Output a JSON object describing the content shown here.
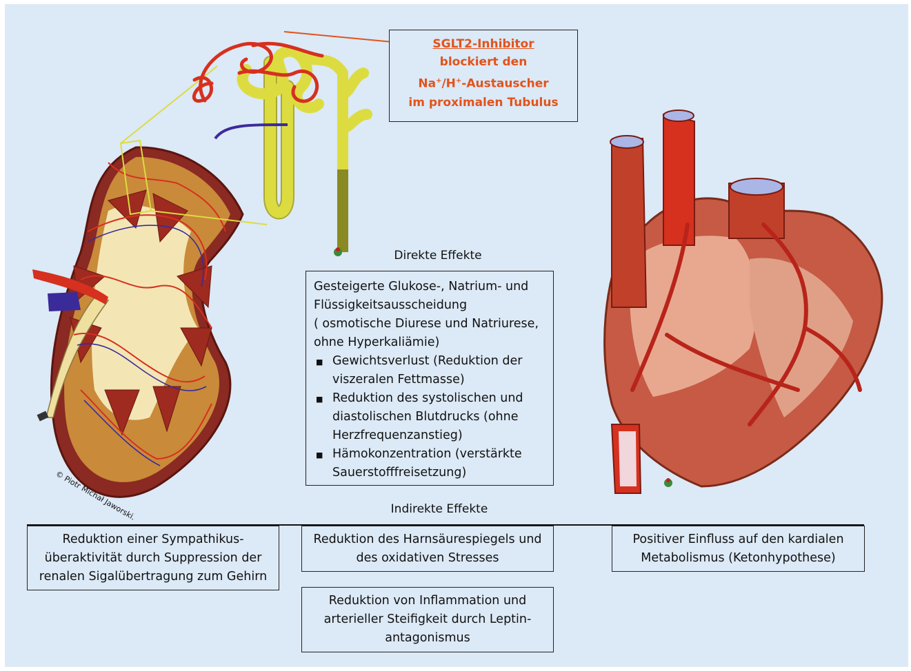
{
  "sglt2": {
    "title": "SGLT2-Inhibitor",
    "line1": "blockiert den",
    "line2_pre": "Na",
    "line2_sup1": "+",
    "line2_mid": "/H",
    "line2_sup2": "+",
    "line2_post": "-Austauscher",
    "line3": "im proximalen Tubulus"
  },
  "direct": {
    "heading": "Direkte Effekte",
    "intro": [
      "Gesteigerte Glukose-, Natrium- und",
      "Flüssigkeitsausscheidung",
      "( osmotische Diurese und Natriurese,",
      "ohne Hyperkaliämie)"
    ],
    "bullets": [
      "Gewichtsverlust (Reduktion der\nviszeralen Fettmasse)",
      "Reduktion des systolischen und\ndiastolischen Blutdrucks (ohne\nHerzfrequenzanstieg)",
      "Hämokonzentration (verstärkte\nSauerstofffreisetzung)"
    ]
  },
  "indirect": {
    "heading": "Indirekte Effekte",
    "box1": [
      "Reduktion einer Sympathikus-",
      "überaktivität durch Suppression der",
      "renalen Sigalübertragung zum Gehirn"
    ],
    "box2": [
      "Reduktion des Harnsäurespiegels und",
      "des oxidativen Stresses"
    ],
    "box3": [
      "Positiver Einfluss auf den kardialen",
      "Metabolismus (Ketonhypothese)"
    ],
    "box4": [
      "Reduktion von Inflammation und",
      "arterieller Steifigkeit durch Leptin-",
      "antagonismus"
    ]
  },
  "credit": "© Piotr Michał Jaworski.",
  "colors": {
    "background": "#dce9f6",
    "accent": "#e2531b",
    "artery": "#d6301f",
    "vein": "#3b2a9a",
    "tubule": "#dcdc40",
    "heart": "#c65a44"
  },
  "icons": [
    "kidney-illustration",
    "nephron-illustration",
    "heart-illustration",
    "wikimedia-logo"
  ]
}
